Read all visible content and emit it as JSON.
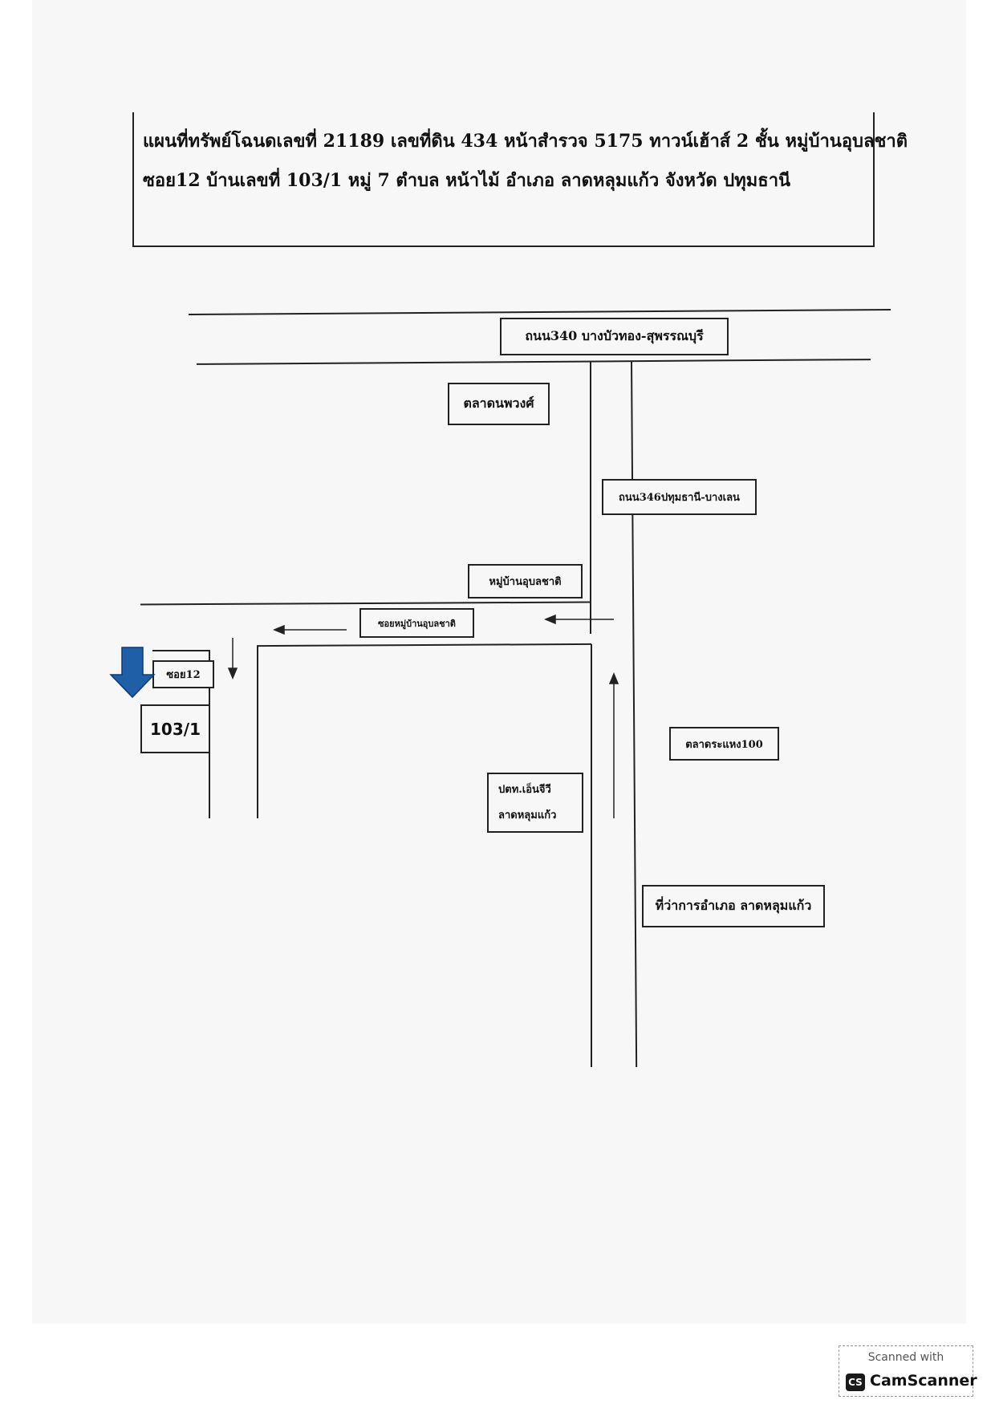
{
  "header": {
    "line1": "แผนที่ทรัพย์โฉนดเลขที่ 21189 เลขที่ดิน 434 หน้าสำรวจ 5175 ทาวน์เฮ้าส์ 2 ชั้น หมู่บ้านอุบลชาติ",
    "line2": "ซอย12 บ้านเลขที่ 103/1 หมู่ 7 ตำบล หน้าไม้ อำเภอ ลาดหลุมแก้ว จังหวัด ปทุมธานี"
  },
  "labels": {
    "road_340": "ถนน340 บางบัวทอง-สุพรรณบุรี",
    "talad_noppawong": "ตลาดนพวงศ์",
    "road_346": "ถนน346ปทุมธานี-บางเลน",
    "village": "หมู่บ้านอุบลชาติ",
    "village_soi": "ซอยหมู่บ้านอุบลชาติ",
    "soi12": "ซอย12",
    "house_number": "103/1",
    "talad_rahaeng": "ตลาดระแหง100",
    "ptt_line1": "ปตท.เอ็นจีวี",
    "ptt_line2": "ลาดหลุมแก้ว",
    "district_office": "ที่ว่าการอำเภอ ลาดหลุมแก้ว"
  },
  "watermark": {
    "top": "Scanned with",
    "logo": "CS",
    "brand": "CamScanner"
  },
  "colors": {
    "marker_arrow": "#1f5fa8",
    "line": "#222222",
    "page": "#f7f7f8"
  },
  "icons": {
    "location_marker": "arrow-down-icon"
  }
}
